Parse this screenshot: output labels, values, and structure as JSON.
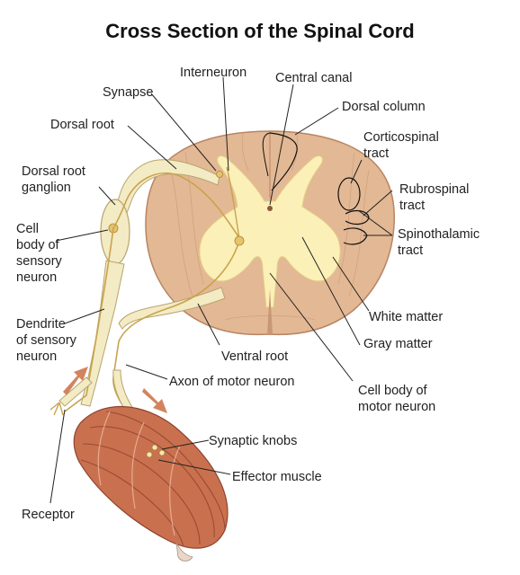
{
  "title": "Cross Section of the Spinal Cord",
  "labels": {
    "interneuron": "Interneuron",
    "central_canal": "Central canal",
    "synapse": "Synapse",
    "dorsal_root": "Dorsal root",
    "dorsal_column": "Dorsal column",
    "corticospinal_line1": "Corticospinal",
    "corticospinal_line2": "tract",
    "dorsal_root_ganglion_line1": "Dorsal root",
    "dorsal_root_ganglion_line2": "ganglion",
    "rubrospinal_line1": "Rubrospinal",
    "rubrospinal_line2": "tract",
    "cell_body_sensory_line1": "Cell",
    "cell_body_sensory_line2": "body of",
    "cell_body_sensory_line3": "sensory",
    "cell_body_sensory_line4": "neuron",
    "spinothalamic_line1": "Spinothalamic",
    "spinothalamic_line2": "tract",
    "white_matter": "White matter",
    "dendrite_line1": "Dendrite",
    "dendrite_line2": "of sensory",
    "dendrite_line3": "neuron",
    "gray_matter": "Gray matter",
    "ventral_root": "Ventral root",
    "axon_motor": "Axon of motor neuron",
    "cell_body_motor_line1": "Cell body of",
    "cell_body_motor_line2": "motor neuron",
    "synaptic_knobs": "Synaptic knobs",
    "effector_muscle": "Effector muscle",
    "receptor": "Receptor"
  },
  "colors": {
    "white_matter": "#e3b894",
    "white_matter_edge": "#b98463",
    "gray_matter": "#fbf0b8",
    "nerve": "#f3ebc4",
    "nerve_edge": "#b7a46e",
    "muscle": "#c9714f",
    "muscle_dark": "#9a4a33",
    "arrow": "#d2845f",
    "leader": "#222222"
  }
}
